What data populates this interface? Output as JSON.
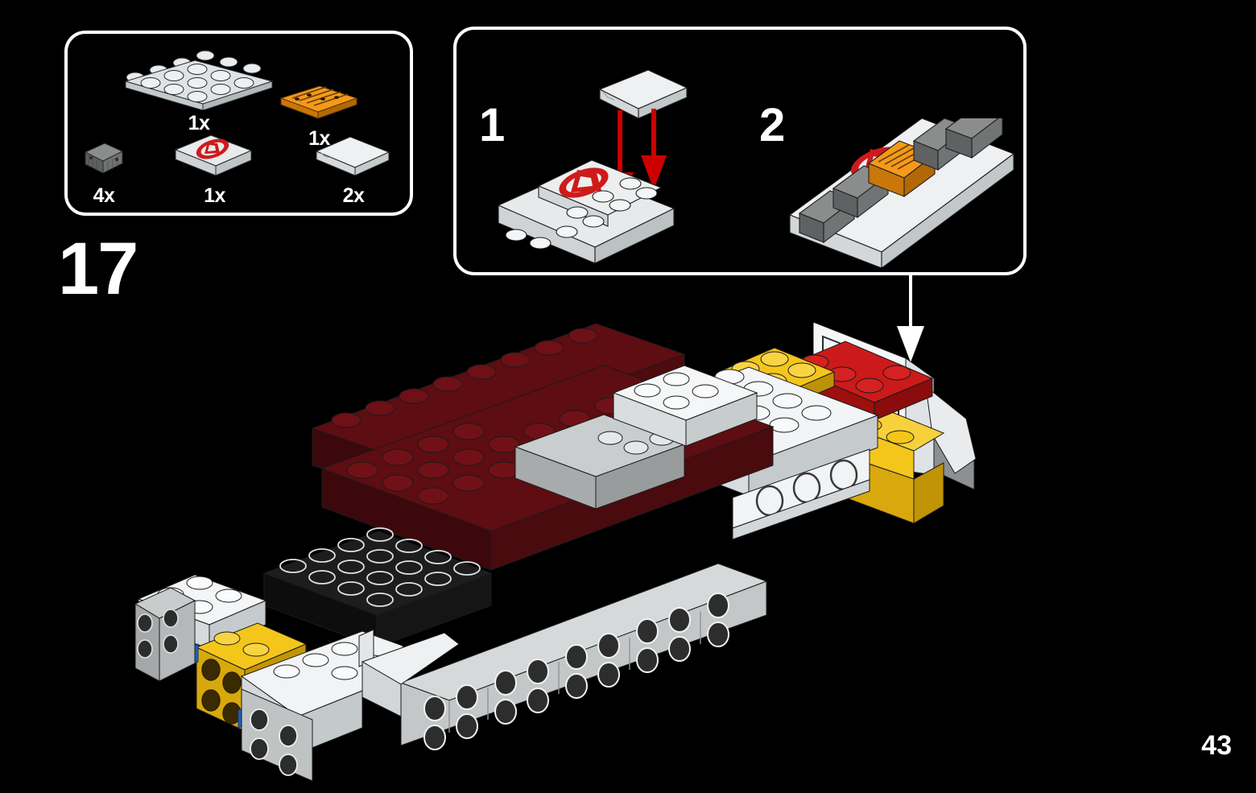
{
  "document": {
    "type": "lego-building-instructions",
    "step_number": "17",
    "page_number": "43",
    "background_color": "#000000",
    "line_color": "#ffffff"
  },
  "parts_box": {
    "name": "parts-inventory-callout",
    "parts": [
      {
        "id": "plate-2x6-white",
        "quantity_label": "1x",
        "color_name": "white",
        "color": "#e9ecee",
        "shape": "plate-2x6"
      },
      {
        "id": "grille-tile-2x4-orange",
        "quantity_label": "1x",
        "color_name": "orange",
        "color": "#f08c12",
        "shape": "grille-tile-2x4"
      },
      {
        "id": "slope-curved-dark-gray",
        "quantity_label": "4x",
        "color_name": "dark-bluish-gray",
        "color": "#6d6e6d",
        "shape": "slope-curved-2x2"
      },
      {
        "id": "slope-printed-d-logo-white",
        "quantity_label": "1x",
        "color_name": "white",
        "color": "#eceeef",
        "shape": "slope-curved-2x4-printed",
        "print": "red-D-logo",
        "print_color": "#cc1a1a"
      },
      {
        "id": "slope-curved-2x4-white",
        "quantity_label": "2x",
        "color_name": "white",
        "color": "#eceeef",
        "shape": "slope-curved-2x4"
      }
    ]
  },
  "substeps": {
    "name": "sub-assembly-callout",
    "items": [
      {
        "number": "1",
        "caption": "",
        "action": "attach white curved slope onto printed D-logo plate",
        "arrow_color": "#cc0000",
        "arrow_count": 2
      },
      {
        "number": "2",
        "caption": "",
        "action": "finished sub-assembly with four dark gray slopes and orange grille tile",
        "arrow_color": "#cc0000",
        "arrow_count": 0
      }
    ]
  },
  "callout_arrow": {
    "name": "placement-arrow",
    "direction": "down",
    "color": "#ffffff"
  },
  "model": {
    "name": "lego-vehicle-chassis-assembly",
    "description": "Partially built white, dark red and gray LEGO car chassis shown in isometric view",
    "colors": {
      "white": "#f2f4f5",
      "light_gray": "#bcc0c0",
      "medium_gray": "#9b9fa0",
      "dark_gray": "#6d6e6d",
      "dark_red": "#6e1016",
      "dark_red_shadow": "#4a0b0f",
      "black": "#1a1a1a",
      "red": "#cc1a1a",
      "yellow": "#f2c018",
      "blue": "#1f5fc2",
      "orange": "#f08c12"
    }
  }
}
